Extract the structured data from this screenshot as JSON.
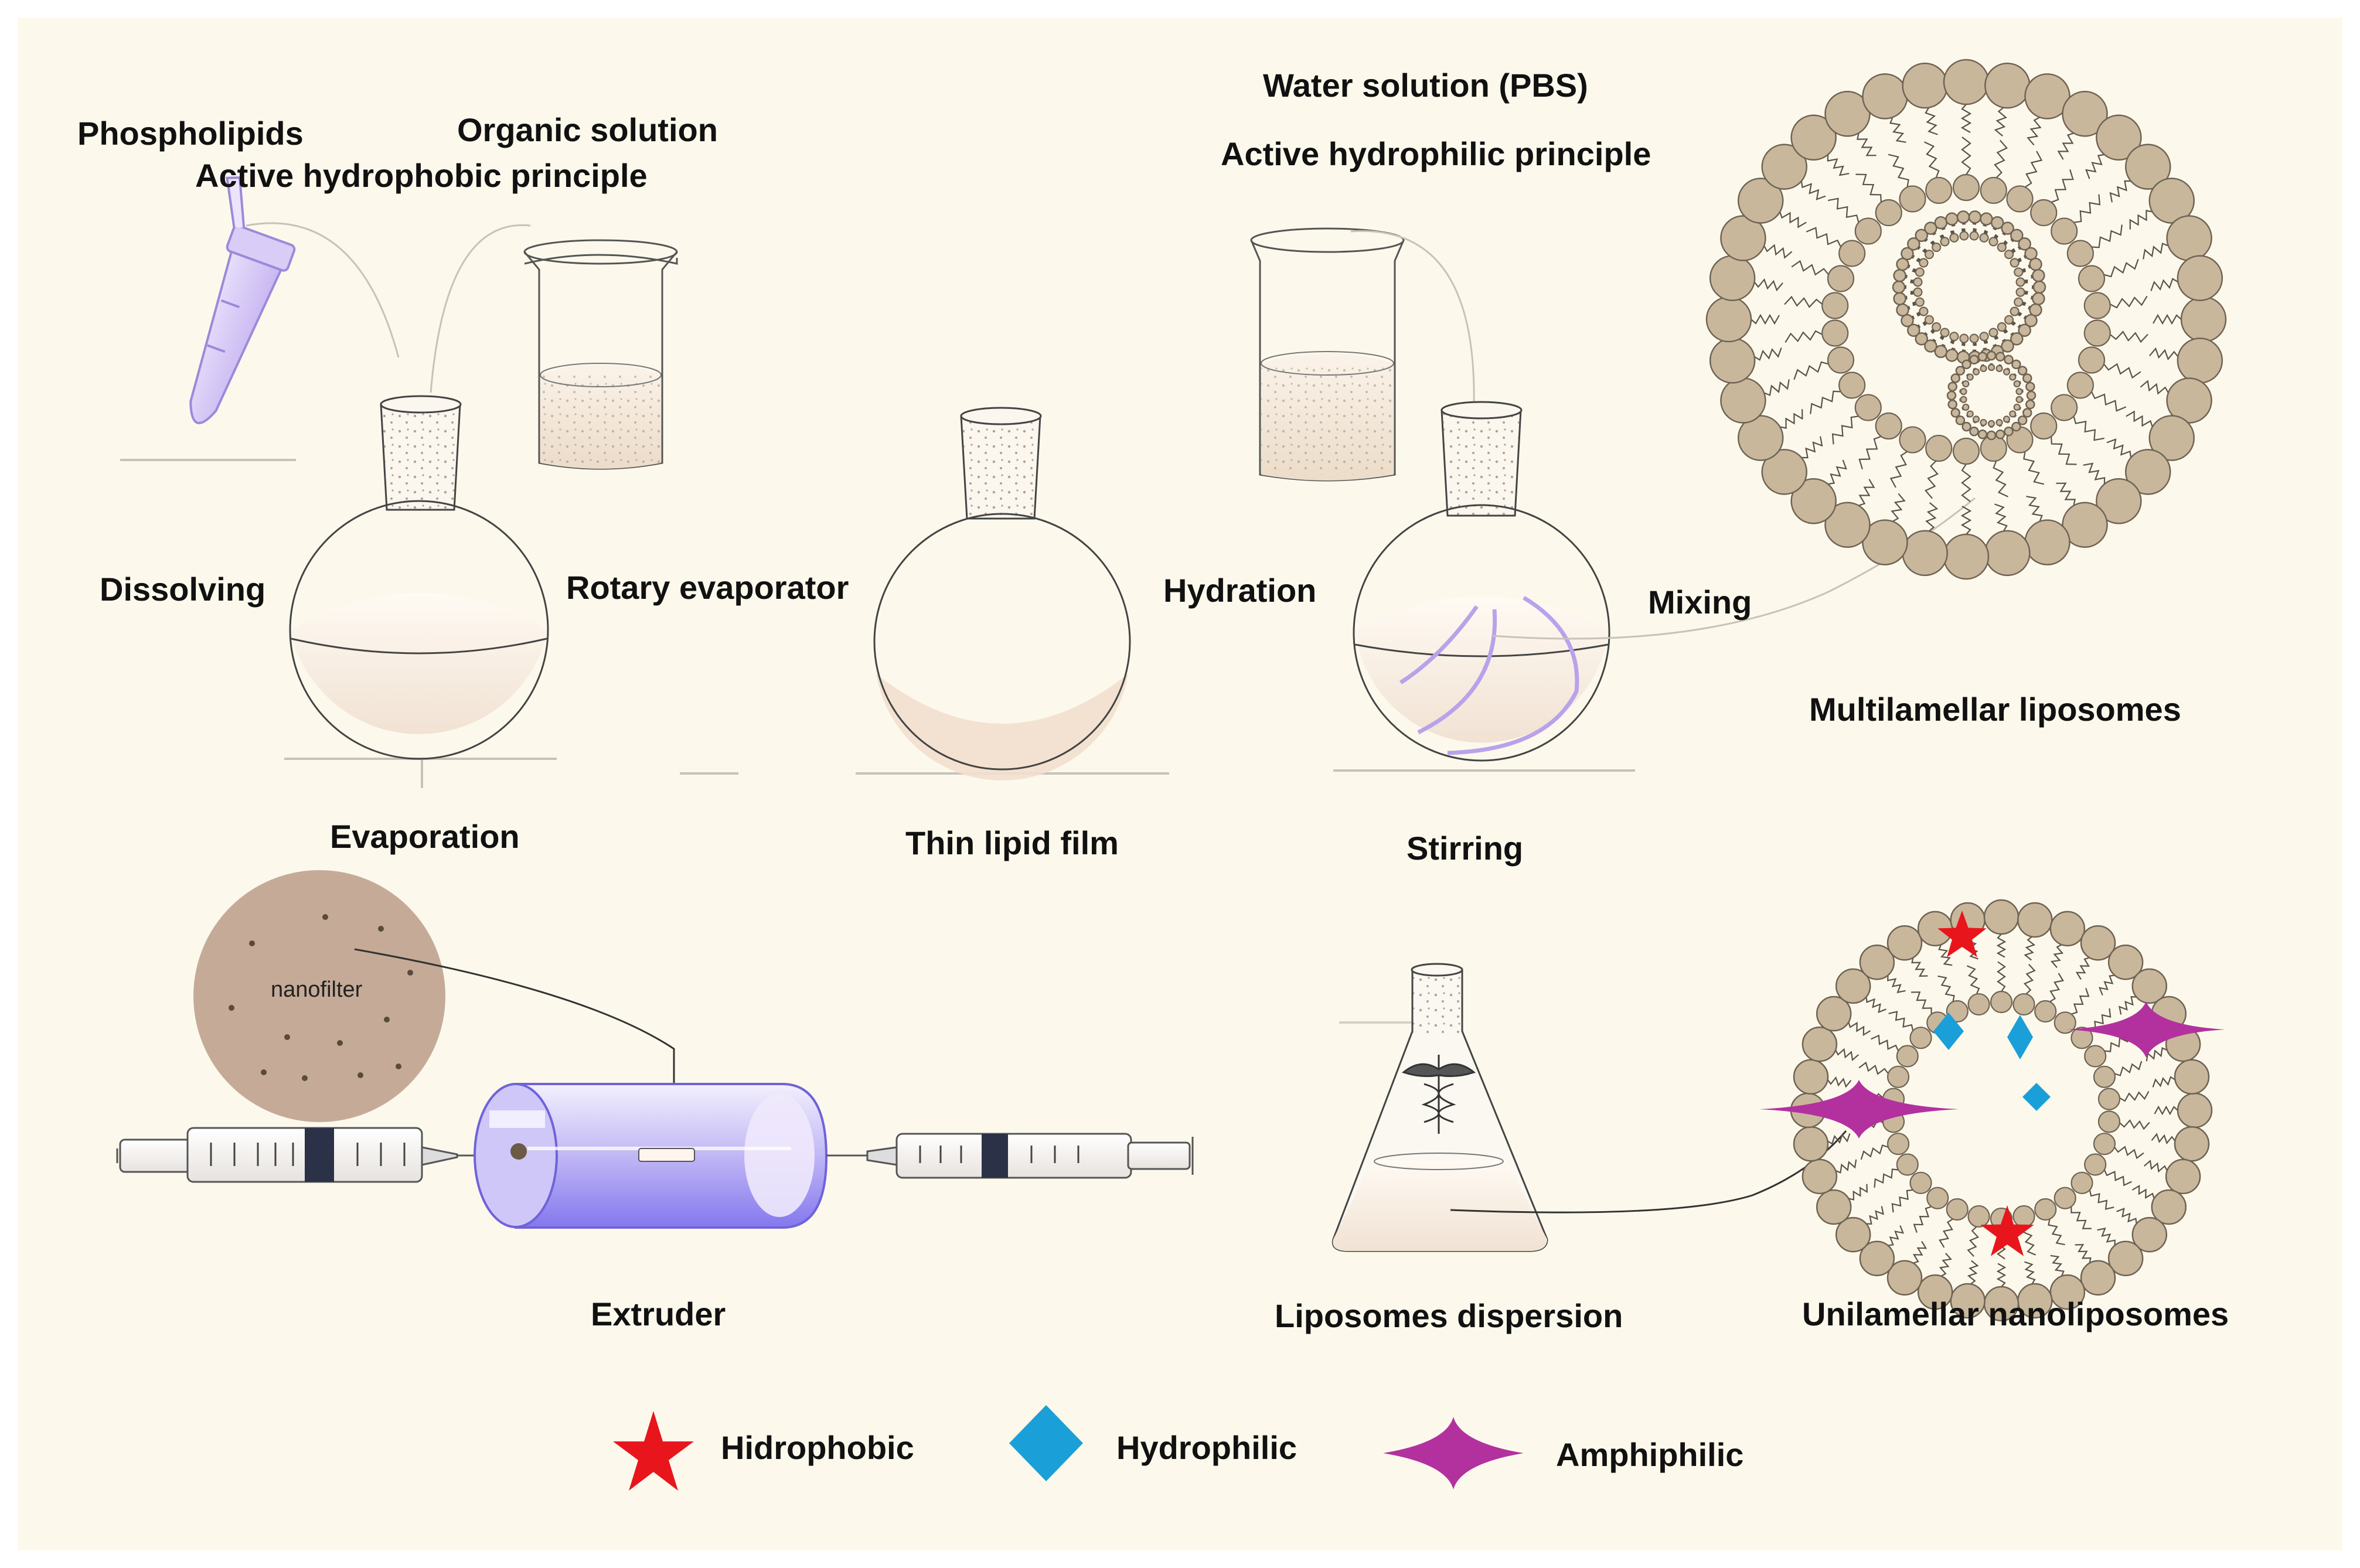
{
  "labels": {
    "phospholipids": "Phospholipids",
    "organic_solution": "Organic solution",
    "active_hydrophobic": "Active hydrophobic principle",
    "water_solution": "Water solution (PBS)",
    "active_hydrophilic": "Active hydrophilic principle",
    "dissolving": "Dissolving",
    "rotary_evaporator": "Rotary evaporator",
    "hydration": "Hydration",
    "mixing": "Mixing",
    "multilamellar": "Multilamellar  liposomes",
    "evaporation": "Evaporation",
    "thin_lipid_film": "Thin lipid film",
    "stirring": "Stirring",
    "nanofilter": "nanofilter",
    "extruder": "Extruder",
    "liposomes_dispersion": "Liposomes dispersion",
    "unilamellar": "Unilamellar nanoliposomes"
  },
  "legend": [
    {
      "label": "Hidrophobic",
      "icon": "red-star",
      "color": "#e8161c"
    },
    {
      "label": "Hydrophilic",
      "icon": "blue-diamond",
      "color": "#1b9fd8"
    },
    {
      "label": "Amphiphilic",
      "icon": "magenta-four-point-star",
      "color": "#b3319f"
    }
  ],
  "colors": {
    "background": "#fcf9ec",
    "lipid_head": "#c9b79c",
    "lipid_head_stroke": "#6f6353",
    "flask_fill": "#f4e9dc",
    "nanofilter": "#c5ab97",
    "extruder": "#8f84f2",
    "lavender": "#b9a2ea"
  }
}
